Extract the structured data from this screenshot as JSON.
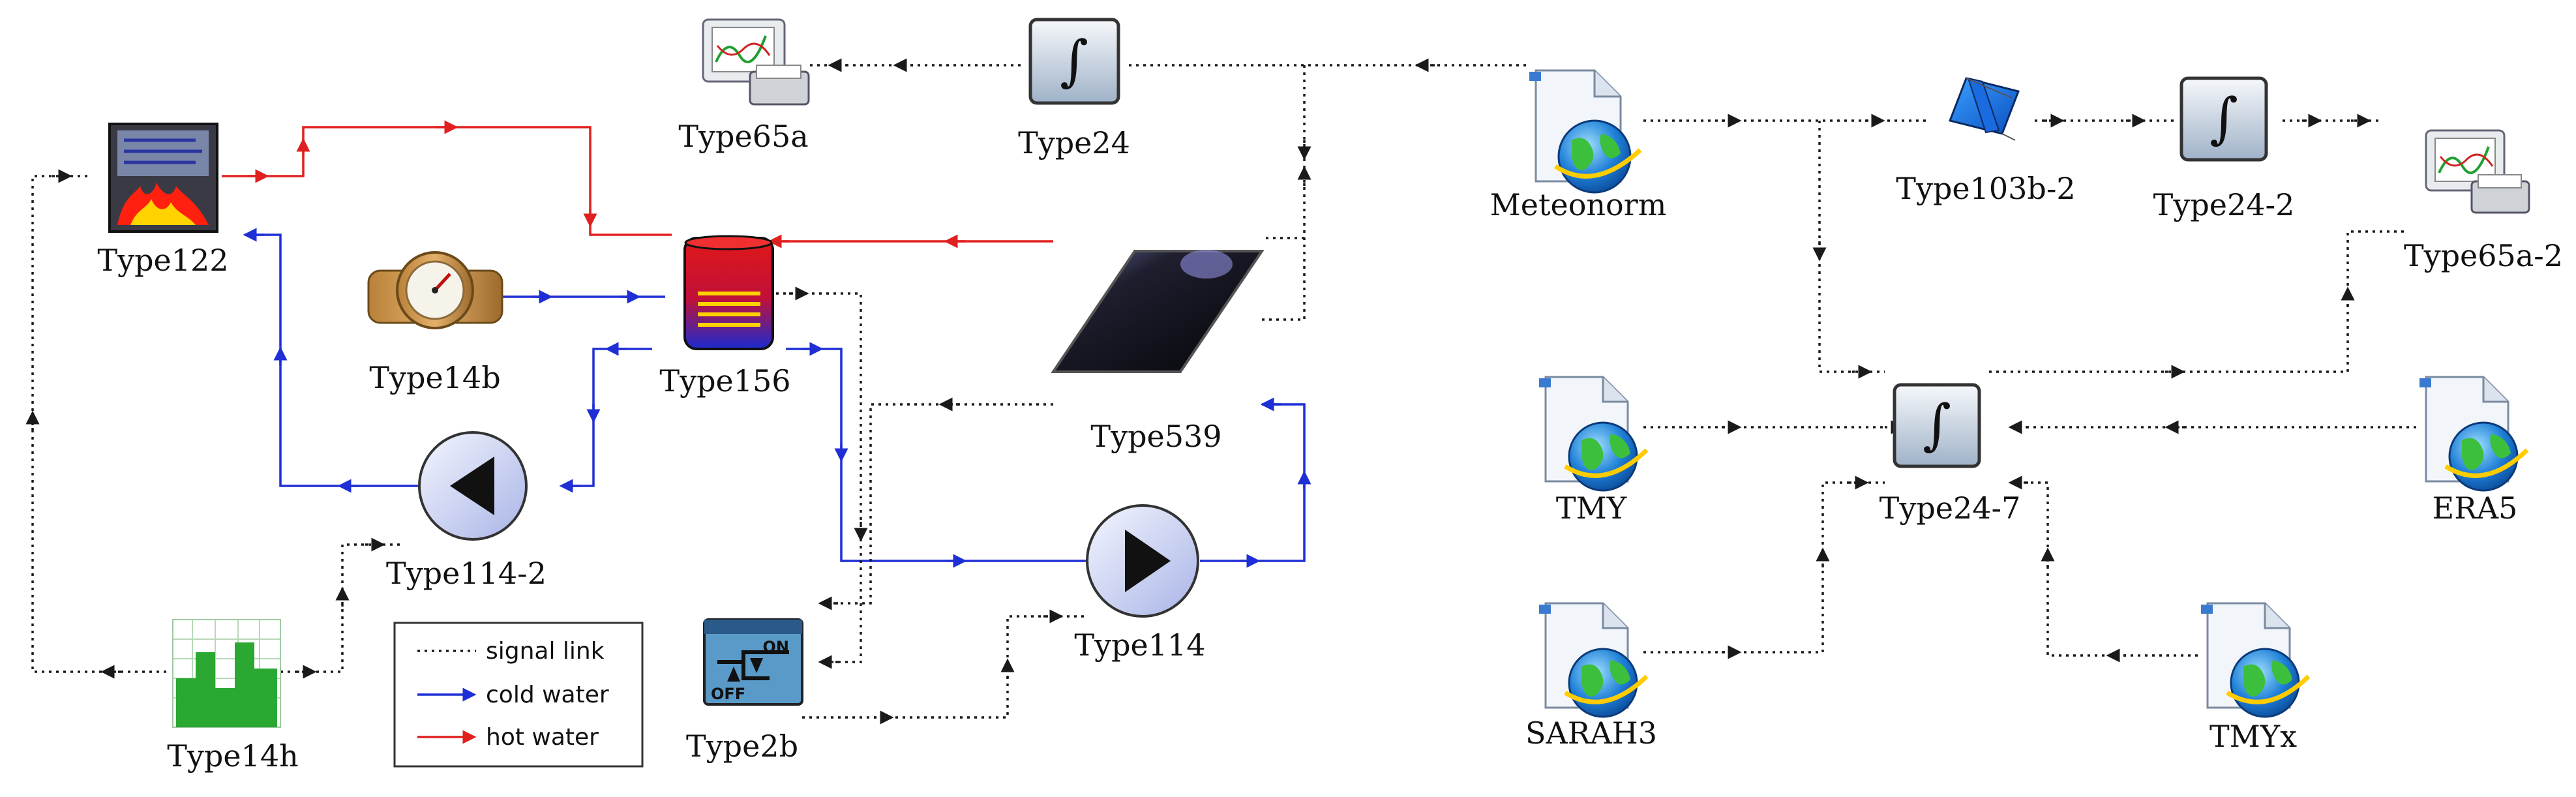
{
  "components": {
    "type122": "Type122",
    "type65a": "Type65a",
    "type24": "Type24",
    "type14b": "Type14b",
    "type156": "Type156",
    "type539": "Type539",
    "type114_2": "Type114-2",
    "type14h": "Type14h",
    "type2b": "Type2b",
    "type114": "Type114",
    "meteonorm": "Meteonorm",
    "type103b_2": "Type103b-2",
    "type24_2": "Type24-2",
    "type65a_2": "Type65a-2",
    "tmy": "TMY",
    "type24_7": "Type24-7",
    "era5": "ERA5",
    "sarah3": "SARAH3",
    "tmyx": "TMYx"
  },
  "legend": {
    "signal": "signal link",
    "cold": "cold water",
    "hot": "hot water"
  },
  "colors": {
    "signal": "#1a1a1a",
    "cold": "#1f2fd6",
    "hot": "#e02020"
  },
  "icons": {
    "switch_on": "ON",
    "switch_off": "OFF",
    "integrator": "∫"
  }
}
